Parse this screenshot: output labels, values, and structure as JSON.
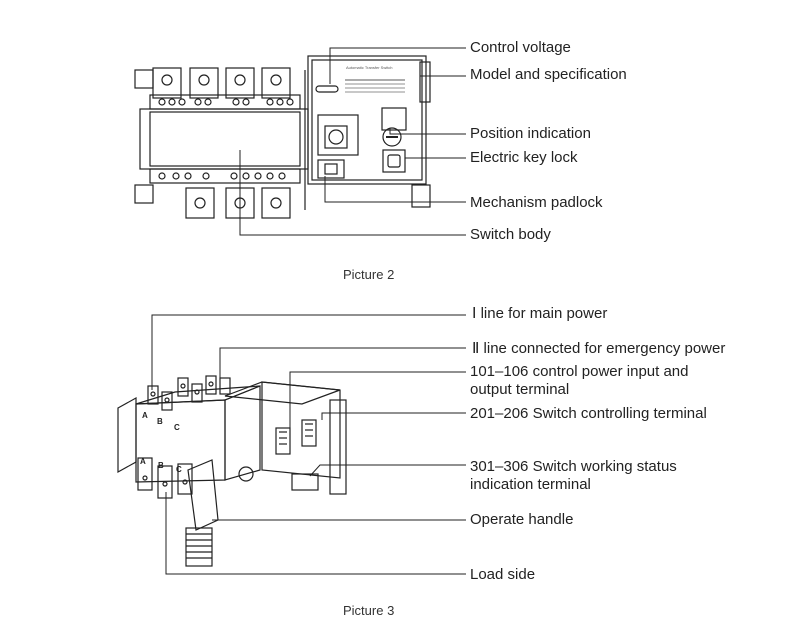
{
  "picture2": {
    "caption": "Picture 2",
    "labels": [
      "Control voltage",
      "Model and specification",
      "Position indication",
      "Electric key lock",
      "Mechanism padlock",
      "Switch body"
    ],
    "device_title": "Automatic Transfer Switch"
  },
  "picture3": {
    "caption": "Picture 3",
    "labels": [
      "Ⅰ line for main power",
      "Ⅱ line connected for emergency power",
      "101–106 control power input and",
      "output terminal",
      "201–206 Switch controlling terminal",
      "301–306 Switch working status",
      "indication terminal",
      "Operate handle",
      "Load side"
    ],
    "phases": [
      "A",
      "B",
      "C"
    ]
  }
}
